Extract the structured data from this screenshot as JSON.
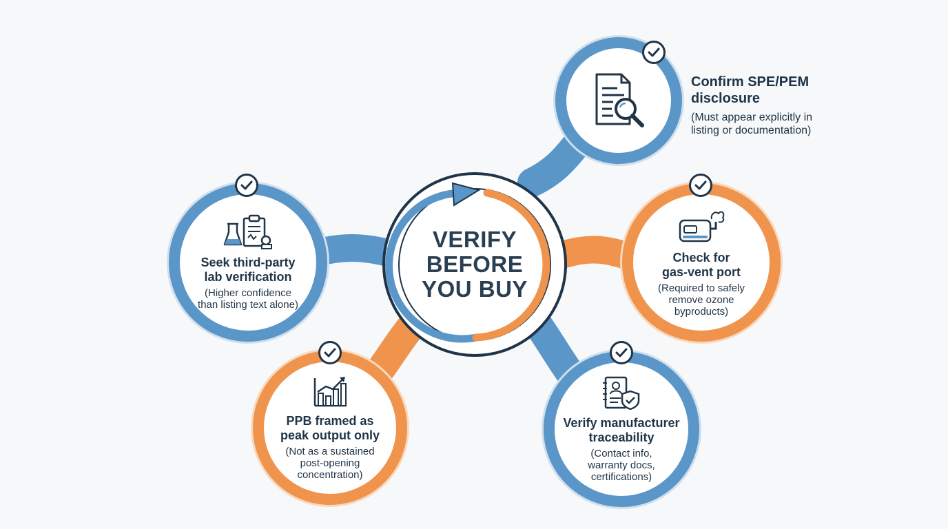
{
  "center": {
    "lines": [
      "VERIFY",
      "BEFORE",
      "YOU BUY"
    ]
  },
  "nodes": {
    "spe_pem": {
      "title_lines": [
        "Confirm SPE/PEM",
        "disclosure"
      ],
      "desc_lines": [
        "(Must appear explicitly in",
        "listing or documentation)"
      ],
      "color": "#5b96c9",
      "icon": "document-magnifier-icon"
    },
    "lab": {
      "title_lines": [
        "Seek third-party",
        "lab verification"
      ],
      "desc_lines": [
        "(Higher confidence",
        "than listing text alone)"
      ],
      "color": "#5b96c9",
      "icon": "lab-clipboard-icon"
    },
    "gas_vent": {
      "title_lines": [
        "Check for",
        "gas-vent port"
      ],
      "desc_lines": [
        "(Required to safely",
        "remove ozone",
        "byproducts)"
      ],
      "color": "#f0944d",
      "icon": "vent-device-icon"
    },
    "ppb": {
      "title_lines": [
        "PPB framed as",
        "peak output only"
      ],
      "desc_lines": [
        "(Not as a sustained",
        "post-opening",
        "concentration)"
      ],
      "color": "#f0944d",
      "icon": "bar-chart-icon"
    },
    "manufacturer": {
      "title_lines": [
        "Verify manufacturer",
        "traceability"
      ],
      "desc_lines": [
        "(Contact info,",
        "warranty docs,",
        "certifications)"
      ],
      "color": "#5b96c9",
      "icon": "shield-notebook-icon"
    }
  }
}
